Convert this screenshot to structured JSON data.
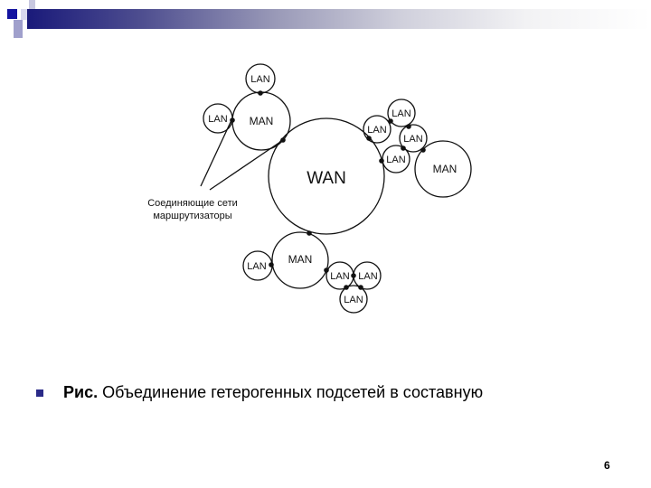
{
  "slide": {
    "page_number": "6",
    "caption_bold": "Рис.",
    "caption_text": "Объединение гетерогенных подсетей в составную",
    "accent_color": "#1a1a7a"
  },
  "diagram": {
    "wan_label": "WAN",
    "annotation_line1": "Соединяющие сети",
    "annotation_line2": "маршрутизаторы",
    "man_labels": [
      "MAN",
      "MAN",
      "MAN"
    ],
    "lan_labels": [
      "LAN",
      "LAN",
      "LAN",
      "LAN",
      "LAN",
      "LAN",
      "LAN",
      "LAN",
      "LAN",
      "LAN"
    ]
  }
}
